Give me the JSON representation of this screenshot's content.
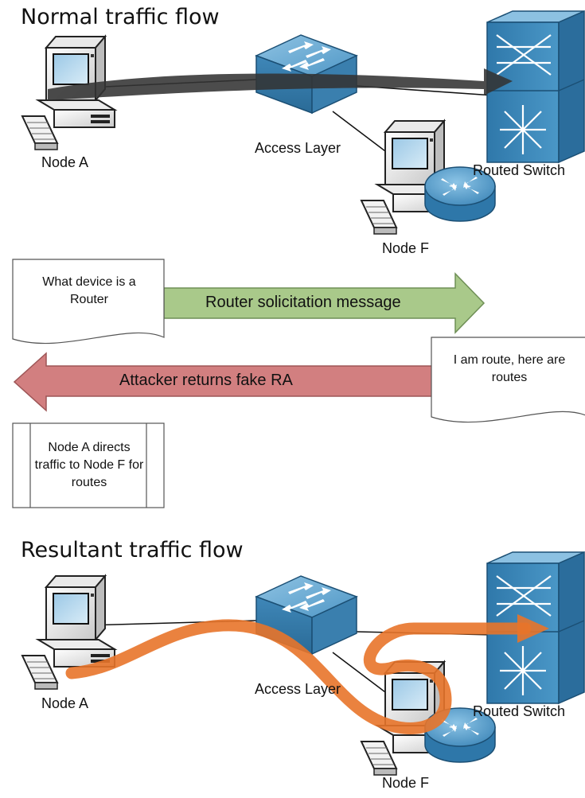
{
  "top": {
    "title": "Normal traffic flow",
    "node_a": "Node A",
    "access_layer": "Access Layer",
    "routed_switch": "Routed Switch",
    "node_f": "Node F"
  },
  "messages": {
    "request_doc": "What device is a Router",
    "request_arrow": "Router solicitation message",
    "reply_doc": "I am route, here are routes",
    "reply_arrow": "Attacker returns fake RA",
    "result_box": "Node A directs traffic to Node F for routes"
  },
  "bottom": {
    "title": "Resultant traffic flow",
    "node_a": "Node A",
    "access_layer": "Access Layer",
    "routed_switch": "Routed Switch",
    "node_f": "Node F"
  },
  "colors": {
    "normal_flow": "#333333",
    "attack_flow": "#e8742a",
    "request_arrow_fill": "#a9c98a",
    "reply_arrow_fill": "#d27f80",
    "device_blue": "#3f87b8"
  }
}
